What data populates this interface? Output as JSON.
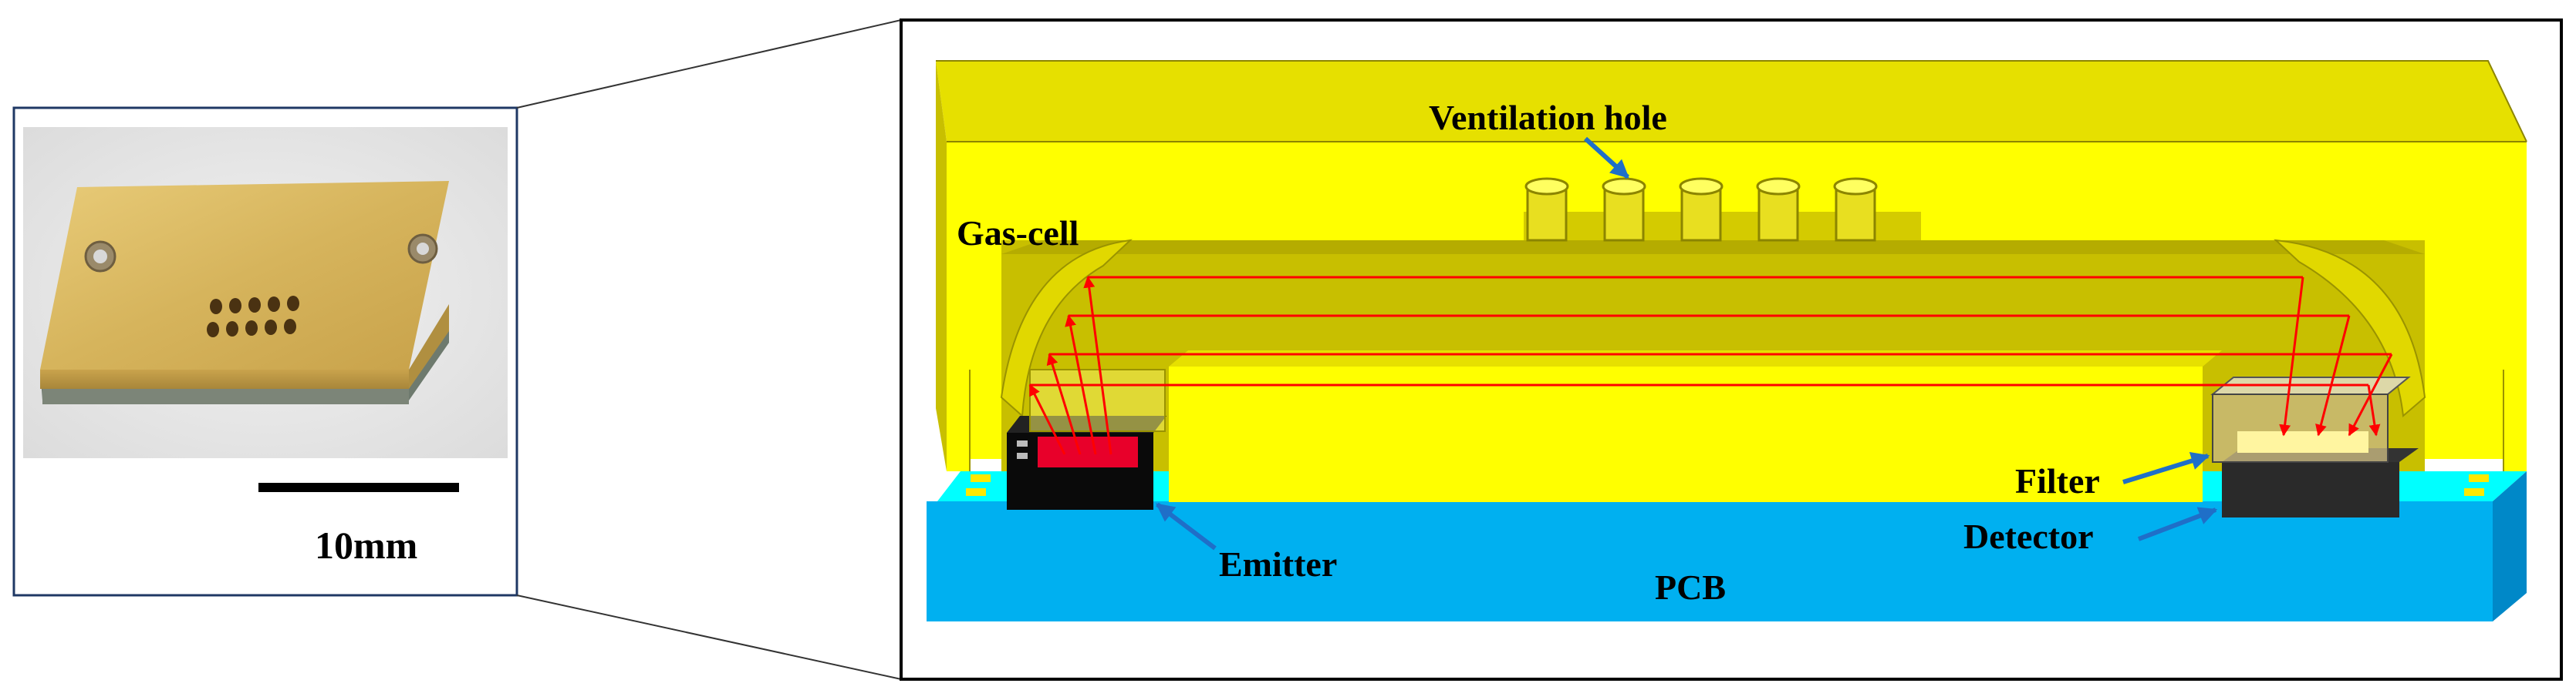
{
  "photo": {
    "scale_label": "10mm"
  },
  "diagram": {
    "labels": {
      "ventilation_hole": "Ventilation hole",
      "gas_cell": "Gas-cell",
      "filter": "Filter",
      "detector": "Detector",
      "emitter": "Emitter",
      "pcb": "PCB"
    }
  },
  "colors": {
    "housing_front": "#FFFF00",
    "housing_top": "#E6E000",
    "housing_side": "#C8BF00",
    "cavity": "#C2B900",
    "pcb_top": "#00FFFF",
    "pcb_front": "#00B0F0",
    "beam": "#FF0000",
    "arrow": "#1F6FC8",
    "emitter_body": "#0A0A0A",
    "emitter_window": "#E8002A",
    "gold_photo": "#D2AF55"
  },
  "icons": [
    "photo-of-sensor",
    "scale-bar",
    "zoom-lines",
    "ray-paths"
  ]
}
